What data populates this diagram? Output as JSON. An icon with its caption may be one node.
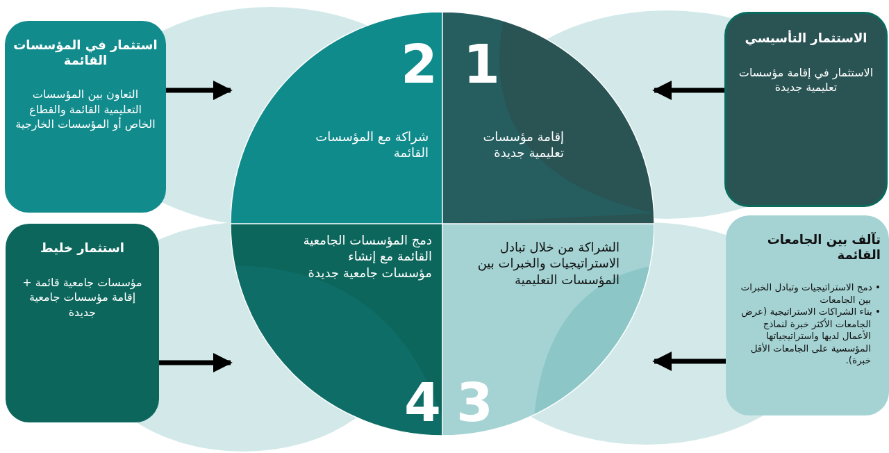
{
  "diagram": {
    "nodes": [
      {
        "text": [
          "استثمار في المؤسسات القائمة",
          "التعاون بين المؤسسات التعليمية القائمة والقطاع الخاص أو المؤسسات الخارجية"
        ]
      },
      {
        "text": [
          "الاستثمار التأسيسي",
          "الاستثمار في إقامة مؤسسات تعليمية جديدة"
        ]
      },
      {
        "text": [
          "استثمار خليط",
          "مؤسسات جامعية قائمة + إقامة مؤسسات جامعية جديدة"
        ]
      },
      {
        "text": [
          "تآلف بين الجامعات القائمة",
          "• دمج الاستراتيجيات وتبادل الخبرات بين الجامعات",
          "• بناء الشراكات الاستراتيجية (عرض الجامعات الأكثر خبرة لنماذج الأعمال لديها واستراتيجياتها المؤسسية على الجامعات الأقل خبرة)."
        ]
      },
      {
        "text": [
          "1",
          "إقامة مؤسسات تعليمية جديدة"
        ]
      },
      {
        "text": [
          "2",
          "شراكة مع المؤسسات القائمة"
        ]
      },
      {
        "text": [
          "الشراكة من خلال تبادل الاستراتيجيات والخبرات بين المؤسسات التعليمية",
          "3"
        ]
      },
      {
        "text": [
          "دمج المؤسسات الجامعية القائمة مع إنشاء مؤسسات جامعية جديدة",
          "4"
        ]
      }
    ],
    "edges": [
      {
        "from": 0,
        "to": 5,
        "arrow": "to"
      },
      {
        "from": 1,
        "to": 4,
        "arrow": "to"
      },
      {
        "from": 2,
        "to": 7,
        "arrow": "to"
      },
      {
        "from": 3,
        "to": 6,
        "arrow": "to"
      }
    ]
  }
}
